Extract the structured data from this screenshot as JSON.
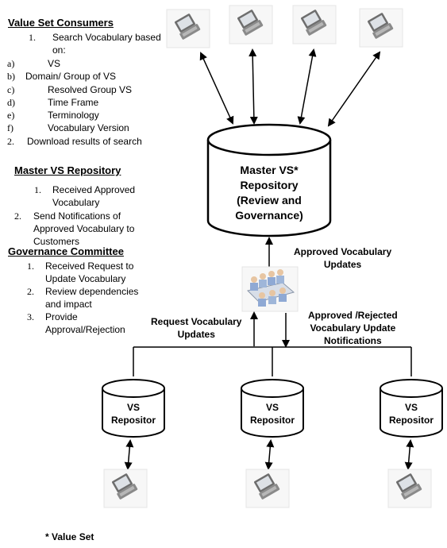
{
  "left_panel": {
    "consumers": {
      "title": "Value Set Consumers",
      "item1_num": "1.",
      "item1_line1": "Search Vocabulary based",
      "item1_line2": "on:",
      "sub_items": [
        {
          "letter": "a)",
          "text": "VS"
        },
        {
          "letter": "b)",
          "text": "Domain/ Group of VS"
        },
        {
          "letter": "c)",
          "text": "Resolved Group VS"
        },
        {
          "letter": "d)",
          "text": "Time Frame"
        },
        {
          "letter": "e)",
          "text": "Terminology"
        },
        {
          "letter": "f)",
          "text": "Vocabulary Version"
        }
      ],
      "item2_num": "2.",
      "item2_text": "Download results of search"
    },
    "master_repo": {
      "title": "Master VS Repository",
      "item1_num": "1.",
      "item1_line1": "Received Approved",
      "item1_line2": "Vocabulary",
      "item2_num": "2.",
      "item2_line1": "Send Notifications of",
      "item2_line2": "Approved Vocabulary to",
      "item2_line3": "Customers"
    },
    "governance": {
      "title": "Governance Committee",
      "item1_num": "1.",
      "item1_line1": "Received Request to",
      "item1_line2": "Update Vocabulary",
      "item2_num": "2.",
      "item2_line1": "Review dependencies",
      "item2_line2": "and impact",
      "item3_num": "3.",
      "item3_line1": "Provide",
      "item3_line2": "Approval/Rejection"
    }
  },
  "diagram": {
    "master_db": {
      "line1": "Master VS*",
      "line2": "Repository",
      "line3": "(Review and",
      "line4": "Governance)"
    },
    "approved_updates": {
      "line1": "Approved Vocabulary",
      "line2": "Updates"
    },
    "request_updates": {
      "line1": "Request Vocabulary",
      "line2": "Updates"
    },
    "notifications": {
      "line1": "Approved /Rejected",
      "line2": "Vocabulary Update",
      "line3": "Notifications"
    },
    "vs_repos": [
      {
        "line1": "VS",
        "line2": "Repositor"
      },
      {
        "line1": "VS",
        "line2": "Repositor"
      },
      {
        "line1": "VS",
        "line2": "Repositor"
      }
    ]
  },
  "footnote": "* Value Set",
  "colors": {
    "stroke": "#000000",
    "laptop_body": "#7a7a7a",
    "laptop_screen": "#d9dde3",
    "committee": "#9fb6d9"
  }
}
